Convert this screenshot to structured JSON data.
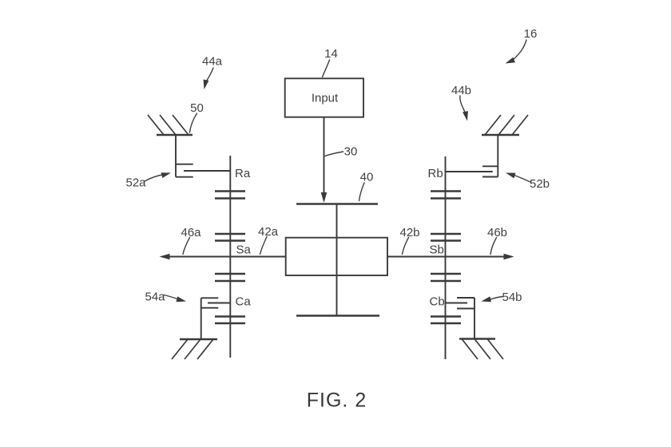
{
  "figure": {
    "caption": "FIG. 2",
    "colors": {
      "background": "#ffffff",
      "line": "#3a3a3a",
      "text": "#414141"
    },
    "input_box": {
      "label": "Input"
    },
    "references": {
      "r14": "14",
      "r30": "30",
      "r40": "40",
      "r16": "16",
      "r44a": "44a",
      "r44b": "44b",
      "r50": "50",
      "r52a": "52a",
      "r52b": "52b",
      "r54a": "54a",
      "r54b": "54b",
      "r46a": "46a",
      "r46b": "46b",
      "r42a": "42a",
      "r42b": "42b"
    },
    "nodes": {
      "ring_a": "Ra",
      "ring_b": "Rb",
      "sun_a": "Sa",
      "sun_b": "Sb",
      "carrier_a": "Ca",
      "carrier_b": "Cb"
    }
  }
}
